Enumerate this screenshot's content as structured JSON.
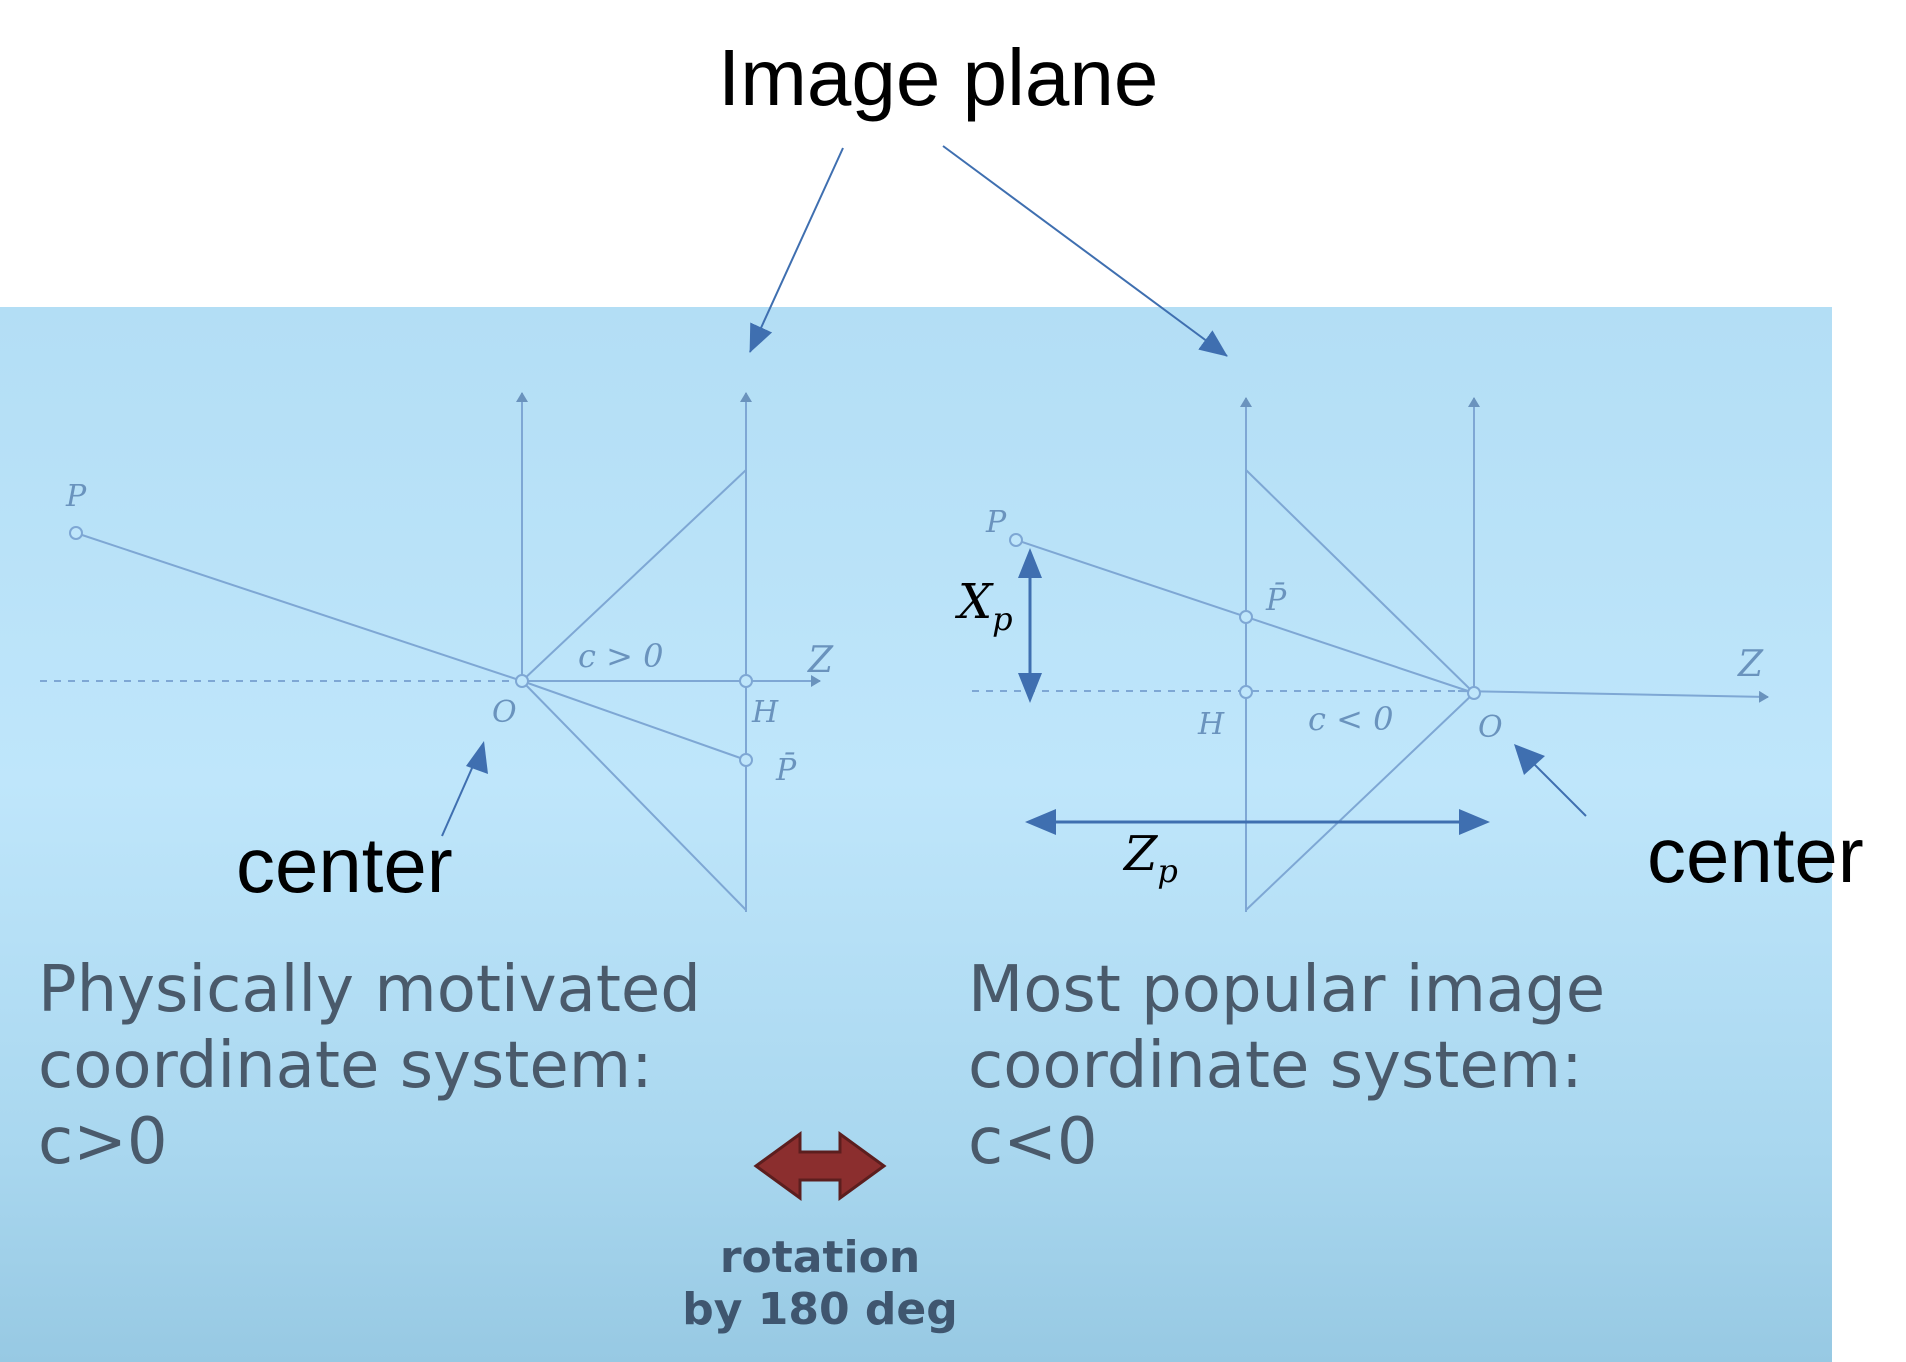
{
  "title": "Image plane",
  "center_left": "center",
  "center_right": "center",
  "left_diagram": {
    "point": "P",
    "origin": "O",
    "principal_point": "H",
    "image_point": "P̄",
    "axis": "Z",
    "condition": "c > 0"
  },
  "right_diagram": {
    "point": "P",
    "origin": "O",
    "principal_point": "H",
    "image_point": "P̄",
    "axis": "Z",
    "condition": "c < 0",
    "xp_base": "X",
    "xp_sub": "p",
    "zp_base": "Z",
    "zp_sub": "p"
  },
  "caption_left": [
    "Physically motivated",
    "coordinate system:",
    "c>0"
  ],
  "caption_right": [
    "Most popular image",
    "coordinate system:",
    "c<0"
  ],
  "rotation": [
    "rotation",
    "by 180 deg"
  ],
  "colors": {
    "background": "#b3def5",
    "diagram_line": "#7ea7d4",
    "annotation_arrow": "#3f6fb0",
    "rotation_arrow": "#8b2e2e",
    "caption_text": "#4a5a6b"
  }
}
